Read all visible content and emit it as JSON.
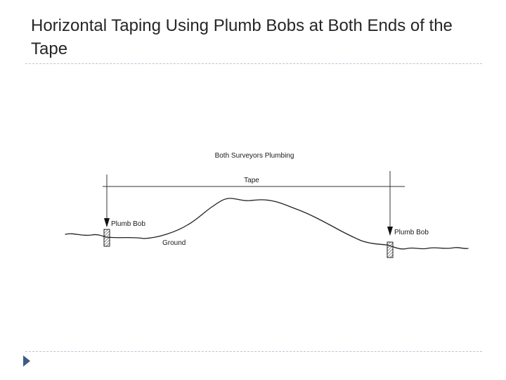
{
  "slide": {
    "title": "Horizontal Taping Using Plumb Bobs at Both Ends of the Tape"
  },
  "diagram": {
    "heading": "Both Surveyors Plumbing",
    "tape_label": "Tape",
    "left_bob_label": "Plumb Bob",
    "right_bob_label": "Plumb Bob",
    "ground_label": "Ground"
  }
}
